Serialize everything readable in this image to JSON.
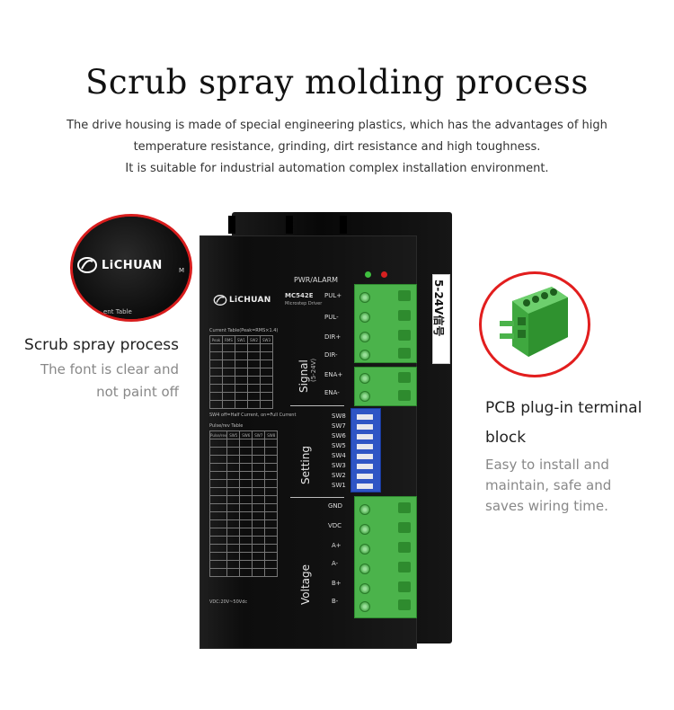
{
  "heading": "Scrub spray molding process",
  "description": [
    "The drive housing is made of special engineering plastics, which has the advantages of high",
    "temperature resistance, grinding, dirt resistance and high toughness.",
    "It is suitable for industrial automation complex installation environment."
  ],
  "left_callout": {
    "title": "Scrub spray process",
    "sub": [
      "The font is clear and",
      "not paint off"
    ],
    "zoom_brand": "LiCHUAN",
    "zoom_small_text": "ent Table",
    "zoom_edge_letter": "M"
  },
  "right_callout": {
    "title_lines": [
      "PCB plug-in terminal",
      "block"
    ],
    "sub": [
      "Easy to install and",
      "maintain, safe and",
      "saves wiring time."
    ]
  },
  "device": {
    "brand": "LiCHUAN",
    "model": "MC542E",
    "model_sub": "Microstep Driver",
    "pwr_alarm": "PWR/ALARM",
    "sticker": "5-24V信号",
    "signal_title": "Signal",
    "signal_sub": "(5-24V)",
    "signal_labels": [
      "PUL+",
      "PUL-",
      "DIR+",
      "DIR-",
      "ENA+",
      "ENA-"
    ],
    "setting_title": "Setting",
    "setting_labels": [
      "SW8",
      "SW7",
      "SW6",
      "SW5",
      "SW4",
      "SW3",
      "SW2",
      "SW1"
    ],
    "voltage_title": "Voltage",
    "voltage_labels": [
      "GND",
      "VDC",
      "A+",
      "A-",
      "B+",
      "B-"
    ],
    "table1_caption": "Current Table(Peak=RMS×1.4)",
    "table1_header": [
      "Peak",
      "RMS",
      "SW1",
      "SW2",
      "SW3"
    ],
    "table1_note": "SW4 off=Half Current, on=Full Current",
    "table2_caption": "Pulse/rev Table",
    "table2_header": [
      "Pulse/rev",
      "SW5",
      "SW6",
      "SW7",
      "SW8"
    ],
    "bottom_note": "VDC:20V~50Vdc"
  },
  "colors": {
    "accent_red": "#e21e1e",
    "terminal_green": "#4bb34b",
    "dip_blue": "#2f55c5"
  }
}
